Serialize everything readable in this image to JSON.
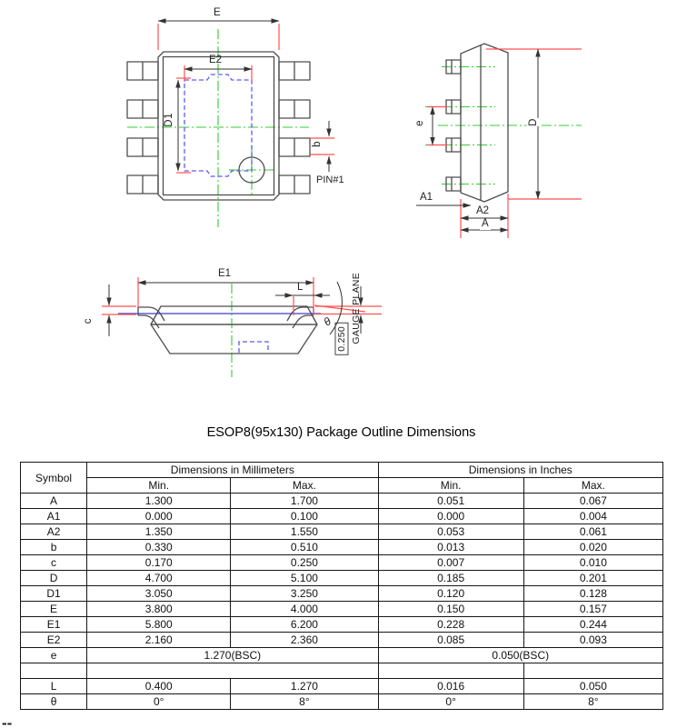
{
  "title": "ESOP8(95x130) Package Outline Dimensions",
  "footer_mark": "--",
  "diagram": {
    "colors": {
      "outline": "#4d4d4d",
      "centerline": "#33cc33",
      "extension": "#ff5050",
      "pad_dashed": "#5b5bff",
      "gauge_line": "#3d3dcc",
      "dimension": "#333333"
    },
    "top_view": {
      "e_label": "E",
      "e2_label": "E2",
      "d1_label": "D1",
      "b_label": "b",
      "pin1_label": "PIN#1"
    },
    "side_view": {
      "e_label": "e",
      "d_label": "D",
      "a1_label": "A1",
      "a2_label": "A2",
      "a_label": "A"
    },
    "front_view": {
      "e1_label": "E1",
      "l_label": "L",
      "c_label": "c",
      "theta_label": "θ",
      "gauge_value": "0.250",
      "gauge_plane_label": "GAUGE PLANE"
    }
  },
  "table": {
    "headers": {
      "symbol": "Symbol",
      "mm": "Dimensions in Millimeters",
      "inches": "Dimensions in Inches",
      "min": "Min.",
      "max": "Max."
    },
    "rows": [
      {
        "symbol": "A",
        "mm_min": "1.300",
        "mm_max": "1.700",
        "in_min": "0.051",
        "in_max": "0.067"
      },
      {
        "symbol": "A1",
        "mm_min": "0.000",
        "mm_max": "0.100",
        "in_min": "0.000",
        "in_max": "0.004"
      },
      {
        "symbol": "A2",
        "mm_min": "1.350",
        "mm_max": "1.550",
        "in_min": "0.053",
        "in_max": "0.061"
      },
      {
        "symbol": "b",
        "mm_min": "0.330",
        "mm_max": "0.510",
        "in_min": "0.013",
        "in_max": "0.020"
      },
      {
        "symbol": "c",
        "mm_min": "0.170",
        "mm_max": "0.250",
        "in_min": "0.007",
        "in_max": "0.010"
      },
      {
        "symbol": "D",
        "mm_min": "4.700",
        "mm_max": "5.100",
        "in_min": "0.185",
        "in_max": "0.201"
      },
      {
        "symbol": "D1",
        "mm_min": "3.050",
        "mm_max": "3.250",
        "in_min": "0.120",
        "in_max": "0.128"
      },
      {
        "symbol": "E",
        "mm_min": "3.800",
        "mm_max": "4.000",
        "in_min": "0.150",
        "in_max": "0.157"
      },
      {
        "symbol": "E1",
        "mm_min": "5.800",
        "mm_max": "6.200",
        "in_min": "0.228",
        "in_max": "0.244"
      },
      {
        "symbol": "E2",
        "mm_min": "2.160",
        "mm_max": "2.360",
        "in_min": "0.085",
        "in_max": "0.093"
      }
    ],
    "e_row": {
      "symbol": "e",
      "mm": "1.270(BSC)",
      "inches": "0.050(BSC)"
    },
    "bottom_rows": [
      {
        "symbol": "L",
        "mm_min": "0.400",
        "mm_max": "1.270",
        "in_min": "0.016",
        "in_max": "0.050"
      },
      {
        "symbol": "θ",
        "mm_min": "0°",
        "mm_max": "8°",
        "in_min": "0°",
        "in_max": "8°"
      }
    ]
  }
}
